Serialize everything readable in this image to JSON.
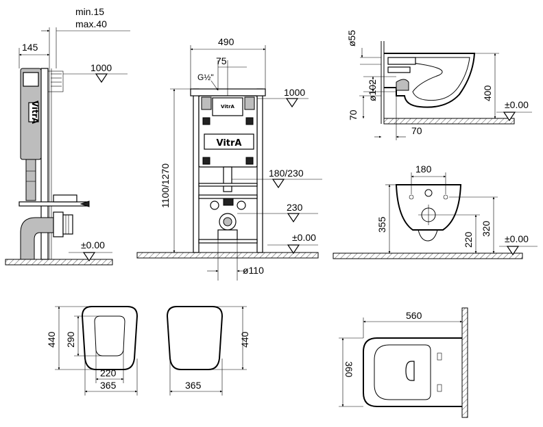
{
  "side_frame": {
    "min_label": "min.15",
    "max_label": "max.40",
    "depth_label": "145",
    "level_1000": "1000",
    "level_zero": "±0.00",
    "logo": "VitrA"
  },
  "front_frame": {
    "width_label": "490",
    "offset_label": "75",
    "thread_label": "G½\"",
    "height_label": "1100/1270",
    "level_1000": "1000",
    "level_180_230": "180/230",
    "level_230": "230",
    "level_zero": "±0.00",
    "pipe_label": "ø110",
    "logo_top": "VitrA",
    "logo_panel": "VitrA"
  },
  "bowl_side": {
    "d55": "ø55",
    "d102": "ø102",
    "height_400": "400",
    "floor_70_v": "70",
    "floor_70_h": "70",
    "level_zero": "±0.00"
  },
  "bowl_back": {
    "width_180": "180",
    "height_355": "355",
    "height_220": "220",
    "height_320": "320",
    "level_zero": "±0.00"
  },
  "seat_top": {
    "length_440": "440",
    "inner_290": "290",
    "inner_220": "220",
    "width_365": "365"
  },
  "lid_top": {
    "length_440": "440",
    "width_365": "365"
  },
  "bowl_plan": {
    "length_560": "560",
    "width_360": "360"
  }
}
